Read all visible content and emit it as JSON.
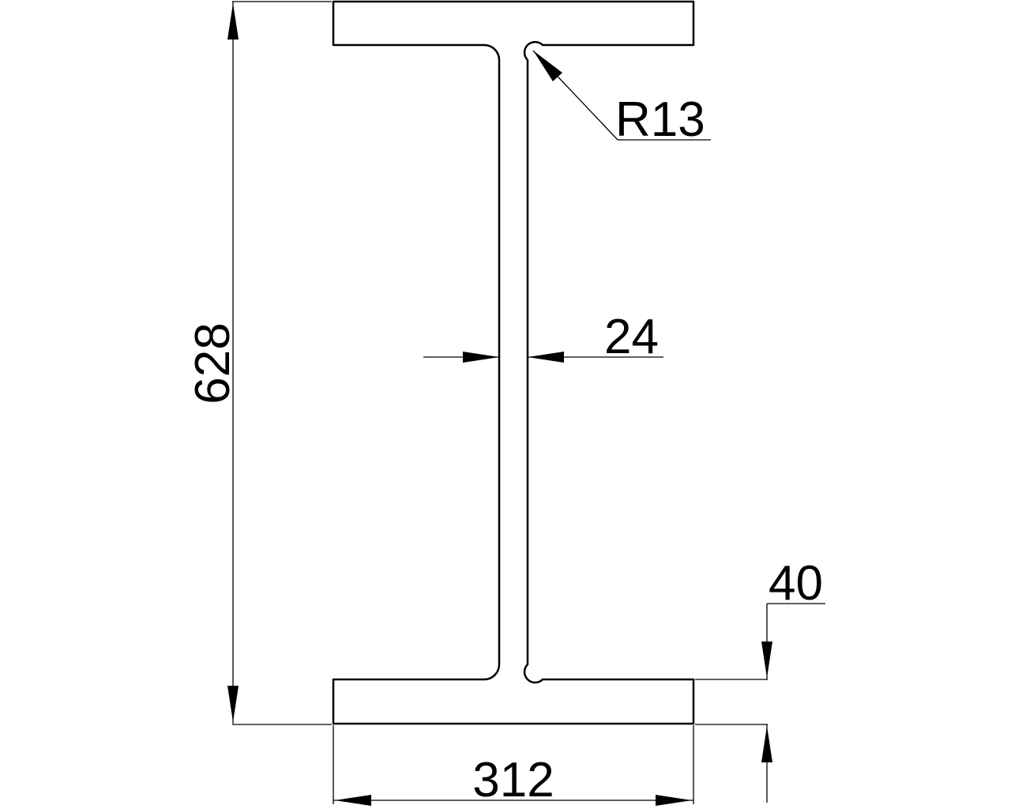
{
  "drawing": {
    "subject": "I-beam cross section",
    "colors": {
      "line": "#000000",
      "background": "#ffffff"
    },
    "dimensions": {
      "height": "628",
      "width": "312",
      "web_thickness": "24",
      "flange_thickness": "40",
      "fillet_radius": "R13"
    }
  }
}
